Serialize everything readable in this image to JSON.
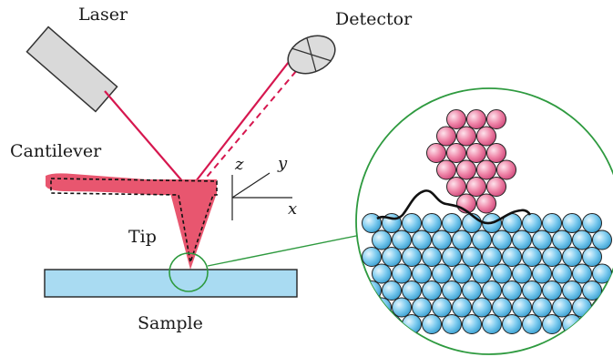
{
  "labels": {
    "laser": "Laser",
    "detector": "Detector",
    "cantilever": "Cantilever",
    "tip": "Tip",
    "sample": "Sample"
  },
  "axes": {
    "x": "x",
    "y": "y",
    "z": "z"
  },
  "colors": {
    "beam": "#d6174f",
    "cantilever_fill": "#e8566f",
    "sample_fill": "#a9dbf2",
    "sample_atom": "#6fc3ea",
    "tip_atom": "#ec7fa3",
    "zoom_circle": "#2e9a3f",
    "laser_body": "#d9d9d9",
    "surface_profile": "#111111"
  },
  "icons": [
    "laser-device",
    "quadrant-photodetector",
    "zoom-lens"
  ]
}
